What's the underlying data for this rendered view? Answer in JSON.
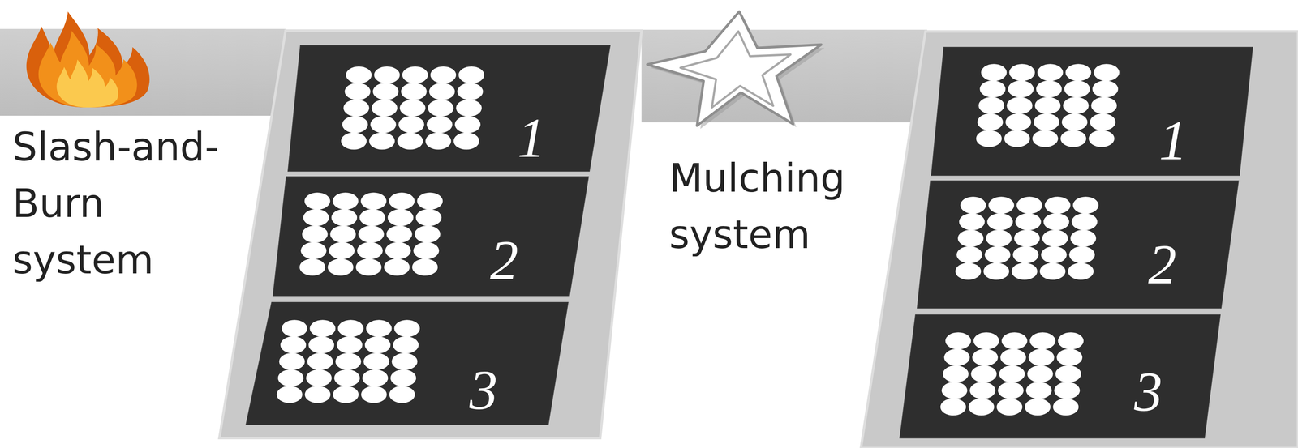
{
  "diagram": {
    "nodes": [
      {
        "text": [
          "1"
        ]
      },
      {
        "text": [
          "2"
        ]
      },
      {
        "text": [
          "3"
        ]
      },
      {
        "text": [
          "1"
        ]
      },
      {
        "text": [
          "2"
        ]
      },
      {
        "text": [
          "3"
        ]
      }
    ],
    "labels": [
      "Slash-and-Burn system",
      "Mulching system"
    ]
  }
}
